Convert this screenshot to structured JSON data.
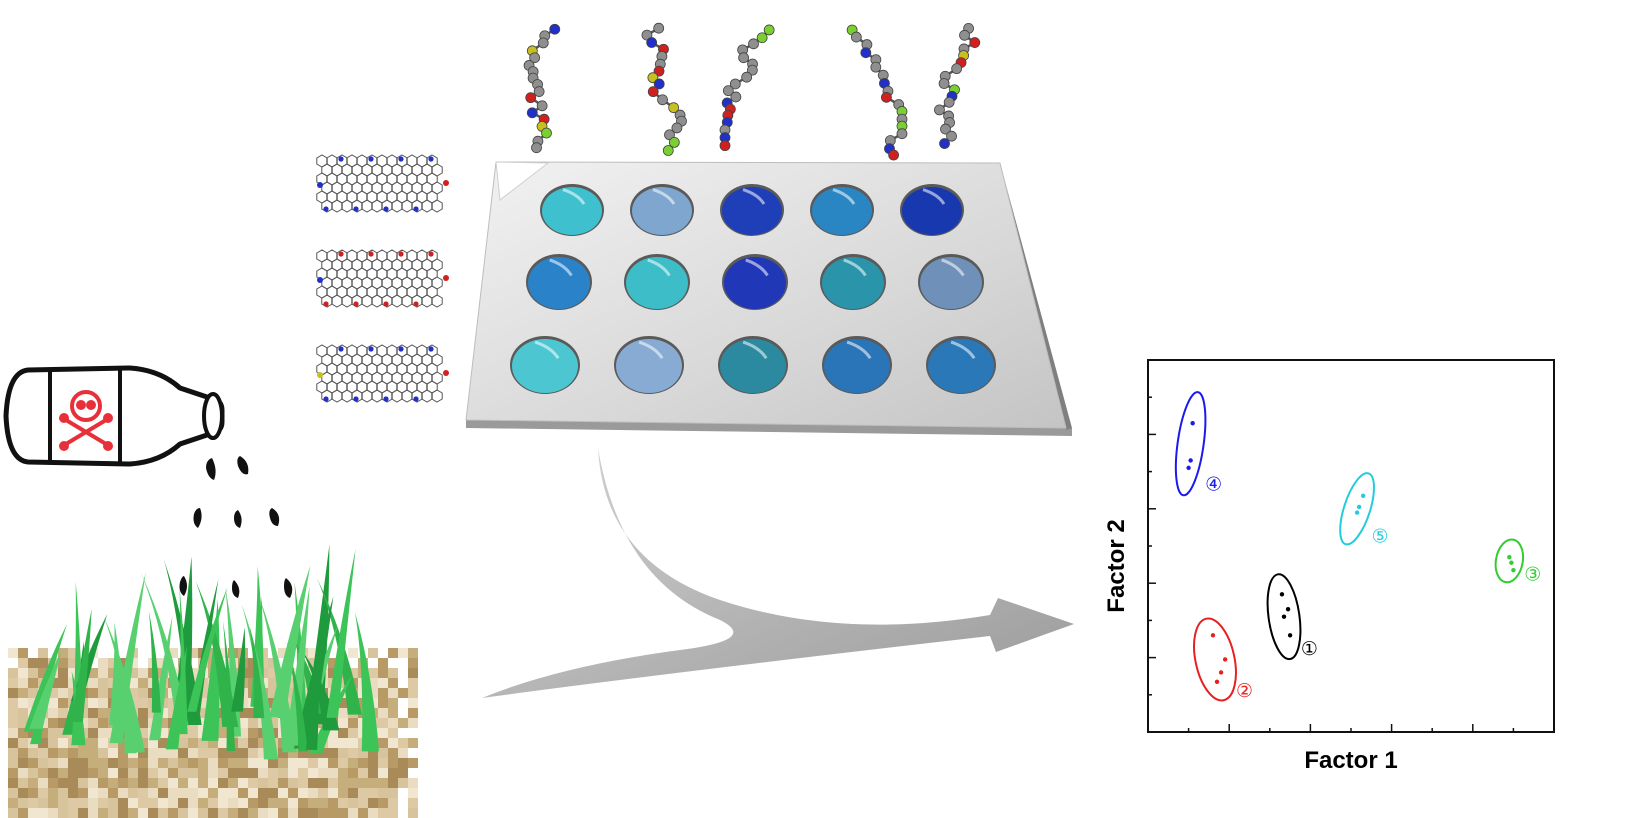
{
  "colors": {
    "background": "#ffffff",
    "plate_top": "#dcdcdc",
    "plate_side": "#8e8e8e",
    "arrow": "#a9a9a9",
    "toxin_label": "#e8303a",
    "grass": "#2fb34a",
    "soil": "#c9b58a"
  },
  "icons": {
    "pesticide_bottle": "pesticide-bottle-icon",
    "skull": "skull-crossbones-icon",
    "grass_soil": "grass-soil-icon",
    "molecule": "molecule-icon",
    "nanosheet": "nanosheet-icon",
    "well_plate": "well-plate-icon",
    "arrow": "curved-arrow-icon"
  },
  "molecule_count": 5,
  "nanosheet_count": 3,
  "well_colors": [
    [
      "#3fc0cf",
      "#7ea6cf",
      "#1f3fb8",
      "#2a86c2",
      "#1838b0"
    ],
    [
      "#2a82c8",
      "#3dbdc8",
      "#2038b8",
      "#2a94aa",
      "#6f90b8"
    ],
    [
      "#4cc7d2",
      "#88abd4",
      "#2c8aa0",
      "#2a74b8",
      "#2a78b8"
    ]
  ],
  "chart_data": {
    "type": "scatter",
    "xlabel": "Factor 1",
    "ylabel": "Factor 2",
    "xlim": [
      0,
      10
    ],
    "ylim": [
      0,
      10
    ],
    "grid": false,
    "series": [
      {
        "label": "①",
        "color": "#000000",
        "points": [
          [
            3.3,
            3.7
          ],
          [
            3.45,
            3.3
          ],
          [
            3.35,
            3.1
          ],
          [
            3.5,
            2.6
          ]
        ],
        "ellipse": {
          "cx": 3.35,
          "cy": 3.1,
          "rx": 0.38,
          "ry": 1.15,
          "rotate": -8
        }
      },
      {
        "label": "②",
        "color": "#e82020",
        "points": [
          [
            1.6,
            2.6
          ],
          [
            1.9,
            1.95
          ],
          [
            1.8,
            1.6
          ],
          [
            1.7,
            1.35
          ]
        ],
        "ellipse": {
          "cx": 1.65,
          "cy": 1.95,
          "rx": 0.48,
          "ry": 1.12,
          "rotate": -12
        }
      },
      {
        "label": "③",
        "color": "#33cc33",
        "points": [
          [
            8.9,
            4.7
          ],
          [
            8.95,
            4.55
          ],
          [
            9.0,
            4.35
          ]
        ],
        "ellipse": {
          "cx": 8.9,
          "cy": 4.6,
          "rx": 0.33,
          "ry": 0.58,
          "rotate": 10
        }
      },
      {
        "label": "④",
        "color": "#1a1aee",
        "points": [
          [
            1.1,
            8.3
          ],
          [
            1.05,
            7.3
          ],
          [
            1.0,
            7.1
          ]
        ],
        "ellipse": {
          "cx": 1.05,
          "cy": 7.75,
          "rx": 0.32,
          "ry": 1.4,
          "rotate": 8
        }
      },
      {
        "label": "⑤",
        "color": "#22ccdd",
        "points": [
          [
            5.3,
            6.35
          ],
          [
            5.2,
            6.05
          ],
          [
            5.15,
            5.9
          ]
        ],
        "ellipse": {
          "cx": 5.15,
          "cy": 6.0,
          "rx": 0.32,
          "ry": 1.0,
          "rotate": 18
        }
      }
    ]
  }
}
